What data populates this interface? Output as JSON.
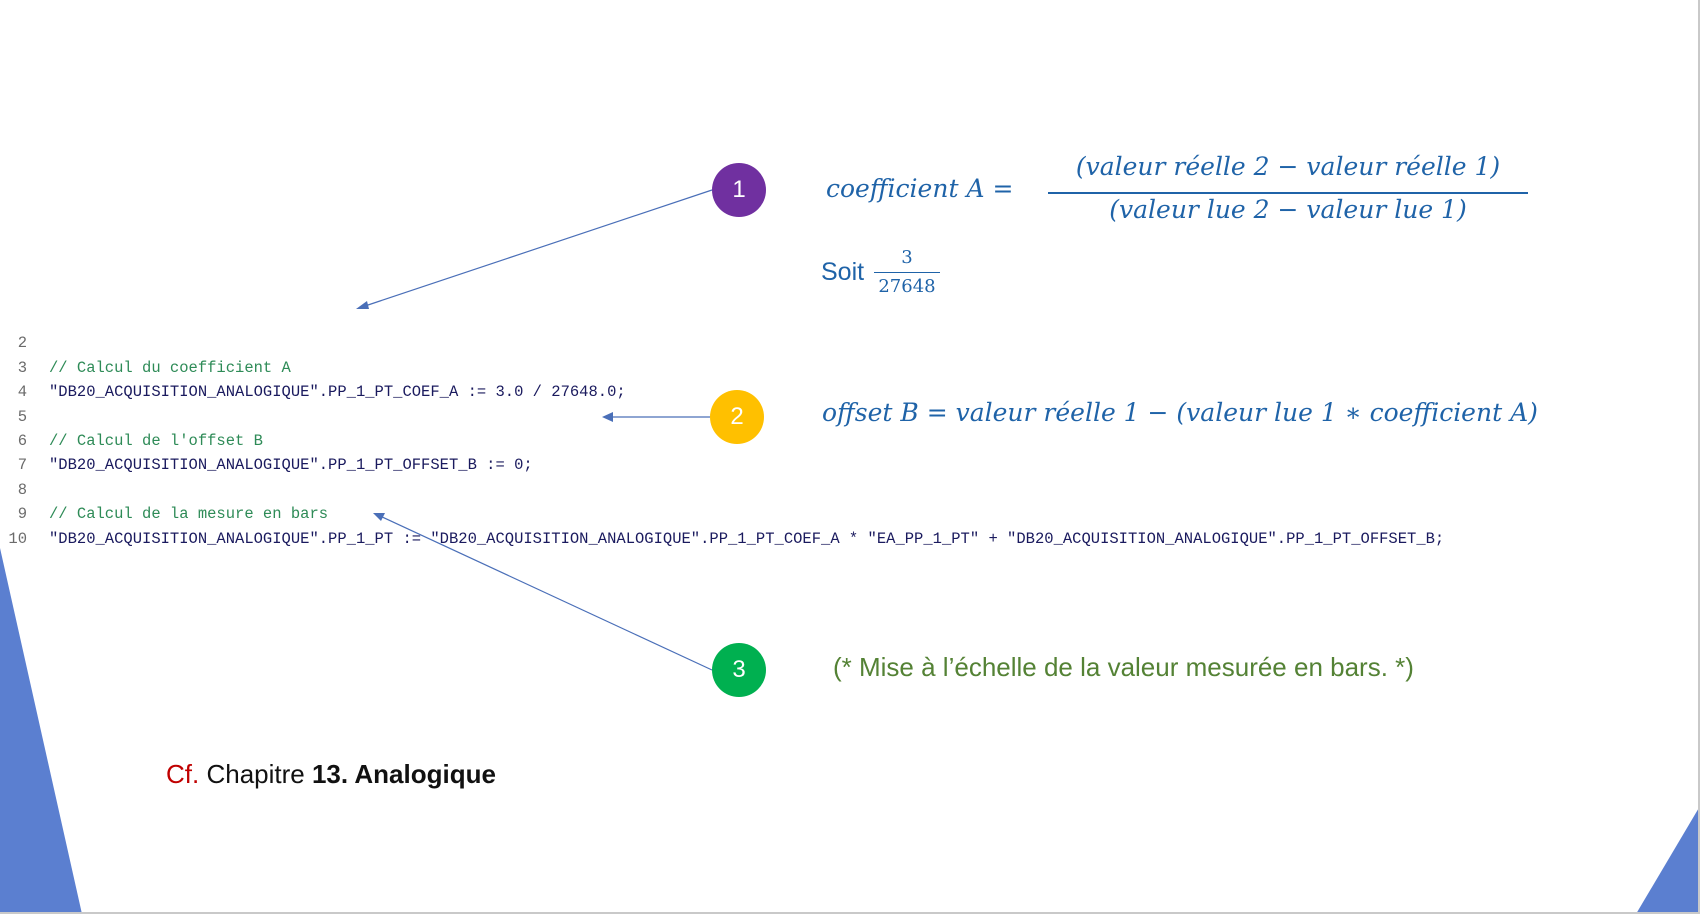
{
  "code": {
    "lines": [
      {
        "n": "2",
        "text": "// Calcul du coefficient A",
        "type": "comment"
      },
      {
        "n": "3",
        "text": "\"DB20_ACQUISITION_ANALOGIQUE\".PP_1_PT_COEF_A := 3.0 / 27648.0;",
        "type": "code"
      },
      {
        "n": "4",
        "text": "",
        "type": "code"
      },
      {
        "n": "5",
        "text": "// Calcul de l'offset B",
        "type": "comment"
      },
      {
        "n": "6",
        "text": "\"DB20_ACQUISITION_ANALOGIQUE\".PP_1_PT_OFFSET_B := 0;",
        "type": "code"
      },
      {
        "n": "7",
        "text": "",
        "type": "code"
      },
      {
        "n": "8",
        "text": "// Calcul de la mesure en bars",
        "type": "comment"
      },
      {
        "n": "9",
        "text": "\"DB20_ACQUISITION_ANALOGIQUE\".PP_1_PT := \"DB20_ACQUISITION_ANALOGIQUE\".PP_1_PT_COEF_A * \"EA_PP_1_PT\" + \"DB20_ACQUISITION_ANALOGIQUE\".PP_1_PT_OFFSET_B;",
        "type": "code"
      },
      {
        "n": "10",
        "text": "",
        "type": "code"
      }
    ]
  },
  "badges": [
    {
      "label": "1",
      "color": "#7030a0"
    },
    {
      "label": "2",
      "color": "#ffc000"
    },
    {
      "label": "3",
      "color": "#00b050"
    }
  ],
  "formula1": {
    "lhs": "coefficient A =",
    "numerator": "(valeur réelle 2  −  valeur réelle 1)",
    "denominator": "(valeur lue 2  −  valeur lue 1)"
  },
  "soit": {
    "label": "Soit",
    "numerator": "3",
    "denominator": "27648"
  },
  "formula2": "offset B = valeur réelle 1  −  (valeur lue 1  ∗  coefficient A)",
  "note3": "(* Mise à l’échelle de la valeur mesurée en bars. *)",
  "reference": {
    "cf": "Cf.",
    "text": " Chapitre ",
    "chapter": "13. Analogique"
  },
  "colors": {
    "accent_blue": "#1f63a8",
    "comment_green": "#2e8b57",
    "note_green": "#548235",
    "cf_red": "#c00000",
    "deco_blue": "#5b7fd0"
  }
}
